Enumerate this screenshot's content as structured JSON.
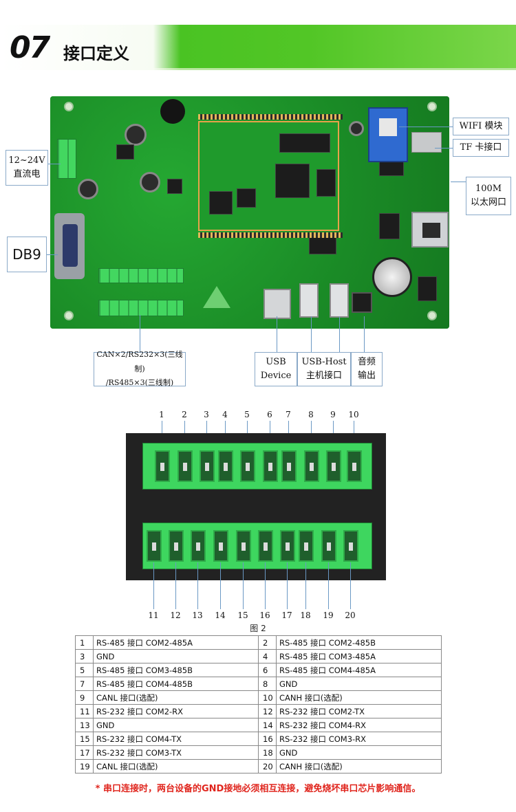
{
  "header": {
    "number": "07",
    "title": "接口定义"
  },
  "callouts": {
    "wifi": "WIFI 模块",
    "tf": "TF 卡接口",
    "ethernet_line1": "100M",
    "ethernet_line2": "以太网口",
    "power_line1": "12~24V",
    "power_line2": "直流电",
    "db9": "DB9",
    "bus_line1": "CAN×2/RS232×3(三线制)",
    "bus_line2": "/RS485×3(三线制)",
    "usb_device_line1": "USB",
    "usb_device_line2": "Device",
    "usb_host_line1": "USB-Host",
    "usb_host_line2": "主机接口",
    "audio_line1": "音频",
    "audio_line2": "输出"
  },
  "pin_numbers_top": [
    "1",
    "2",
    "3",
    "4",
    "5",
    "6",
    "7",
    "8",
    "9",
    "10"
  ],
  "pin_numbers_bottom": [
    "11",
    "12",
    "13",
    "14",
    "15",
    "16",
    "17",
    "18",
    "19",
    "20"
  ],
  "figure_caption": "图 2",
  "pin_table": [
    [
      {
        "n": "1",
        "d": "RS-485 接口 COM2-485A"
      },
      {
        "n": "2",
        "d": "RS-485 接口 COM2-485B"
      }
    ],
    [
      {
        "n": "3",
        "d": "GND"
      },
      {
        "n": "4",
        "d": "RS-485 接口 COM3-485A"
      }
    ],
    [
      {
        "n": "5",
        "d": "RS-485 接口 COM3-485B"
      },
      {
        "n": "6",
        "d": "RS-485 接口 COM4-485A"
      }
    ],
    [
      {
        "n": "7",
        "d": "RS-485 接口 COM4-485B"
      },
      {
        "n": "8",
        "d": "GND"
      }
    ],
    [
      {
        "n": "9",
        "d": "CANL 接口(选配)"
      },
      {
        "n": "10",
        "d": "CANH 接口(选配)"
      }
    ],
    [
      {
        "n": "11",
        "d": "RS-232 接口 COM2-RX"
      },
      {
        "n": "12",
        "d": "RS-232 接口 COM2-TX"
      }
    ],
    [
      {
        "n": "13",
        "d": "GND"
      },
      {
        "n": "14",
        "d": "RS-232 接口 COM4-RX"
      }
    ],
    [
      {
        "n": "15",
        "d": "RS-232 接口 COM4-TX"
      },
      {
        "n": "16",
        "d": "RS-232 接口 COM3-RX"
      }
    ],
    [
      {
        "n": "17",
        "d": "RS-232 接口 COM3-TX"
      },
      {
        "n": "18",
        "d": "GND"
      }
    ],
    [
      {
        "n": "19",
        "d": "CANL 接口(选配)"
      },
      {
        "n": "20",
        "d": "CANH 接口(选配)"
      }
    ]
  ],
  "note": "* 串口连接时，两台设备的GND接地必须相互连接，避免烧坏串口芯片影响通信。",
  "colors": {
    "banner_green": "#52c626",
    "note_red": "#e0251d",
    "callout_border": "#8aa9c8"
  }
}
